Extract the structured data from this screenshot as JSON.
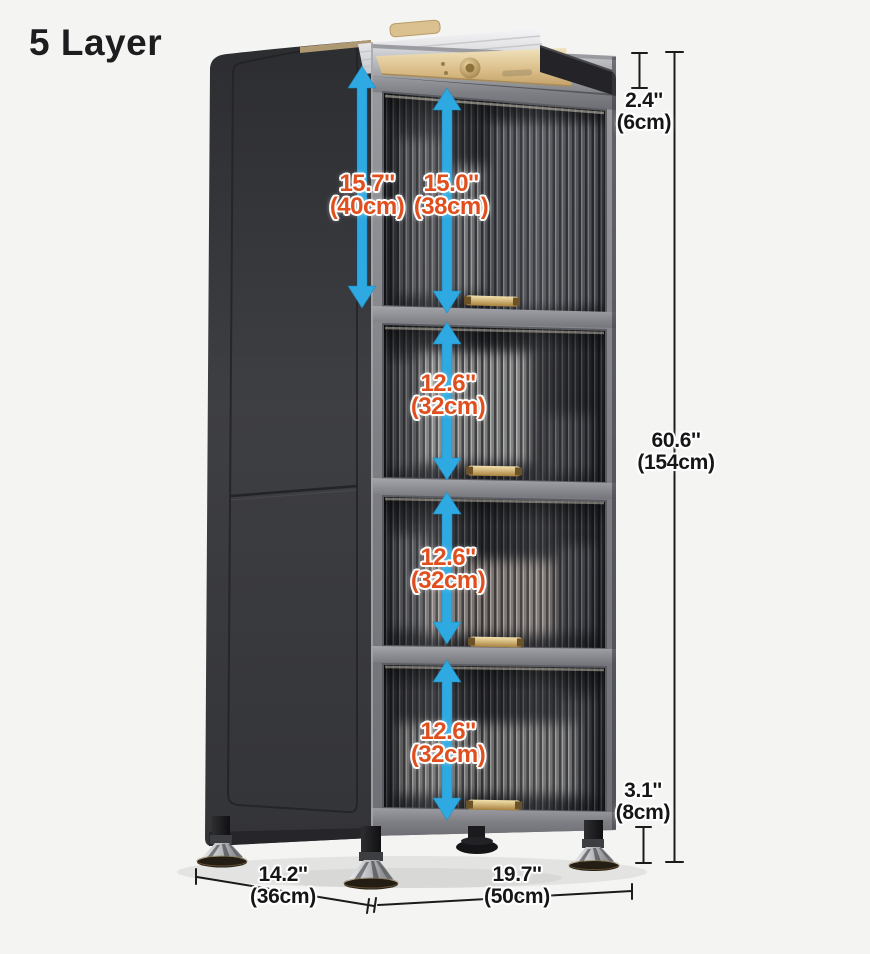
{
  "title": "5 Layer",
  "colors": {
    "background": "#f4f4f3",
    "arrow_blue": "#2fa9e1",
    "dimension_text_orange": "#e0501f",
    "dimension_text_black": "#1a1a1a",
    "cabinet_body_dark": "#3a3b3e",
    "frame_gray": "#85868a",
    "handle_gold": "#c9a86a"
  },
  "vertical_sections": [
    {
      "id": "top-section-outer",
      "inches": "15.7''",
      "cm": "(40cm)"
    },
    {
      "id": "top-section-inner",
      "inches": "15.0''",
      "cm": "(38cm)"
    },
    {
      "id": "shelf-2",
      "inches": "12.6''",
      "cm": "(32cm)"
    },
    {
      "id": "shelf-3",
      "inches": "12.6''",
      "cm": "(32cm)"
    },
    {
      "id": "shelf-4",
      "inches": "12.6''",
      "cm": "(32cm)"
    }
  ],
  "outer_dimensions": {
    "top_rim": {
      "inches": "2.4''",
      "cm": "(6cm)"
    },
    "total_height": {
      "inches": "60.6''",
      "cm": "(154cm)"
    },
    "leg_height": {
      "inches": "3.1''",
      "cm": "(8cm)"
    },
    "depth": {
      "inches": "14.2''",
      "cm": "(36cm)"
    },
    "width": {
      "inches": "19.7''",
      "cm": "(50cm)"
    }
  }
}
